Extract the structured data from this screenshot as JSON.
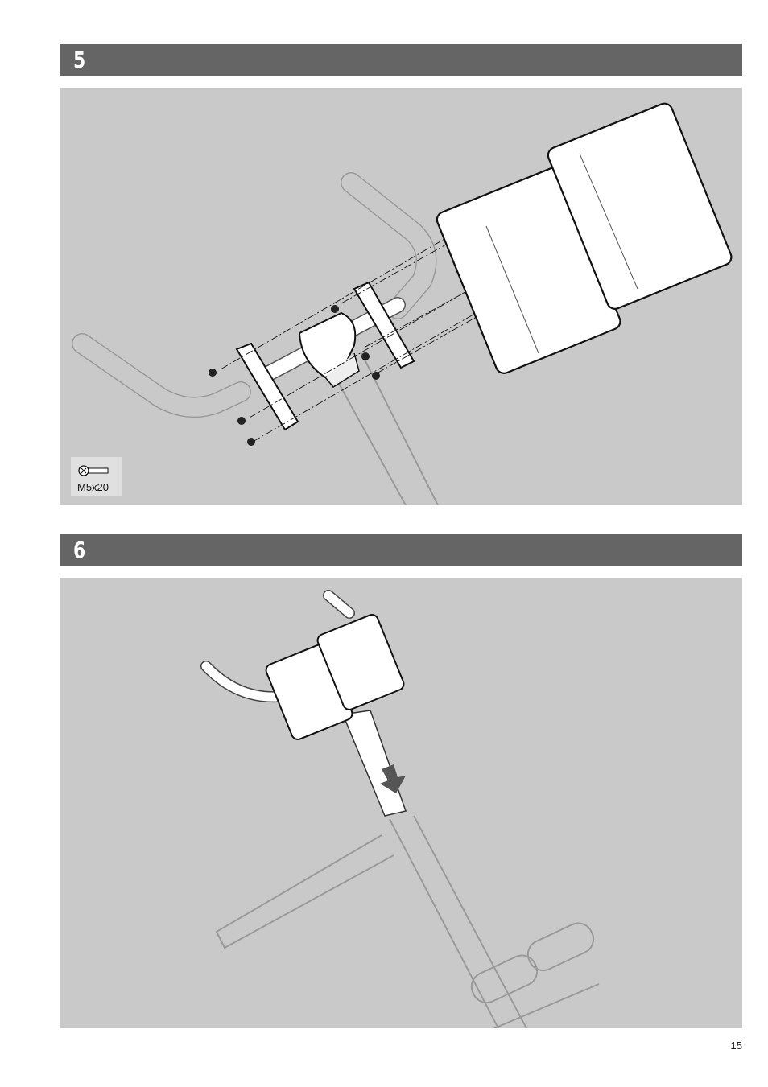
{
  "steps": [
    {
      "number": "5",
      "hardware_label": "M5x20",
      "hardware_icon": "screw-icon"
    },
    {
      "number": "6",
      "arrow_icon": "down-arrow-icon"
    }
  ],
  "page_number": "15",
  "colors": {
    "header_background": "#656565",
    "panel_background": "#c9c9c9",
    "line_color": "#9a9a9a",
    "part_outline": "#111111"
  }
}
